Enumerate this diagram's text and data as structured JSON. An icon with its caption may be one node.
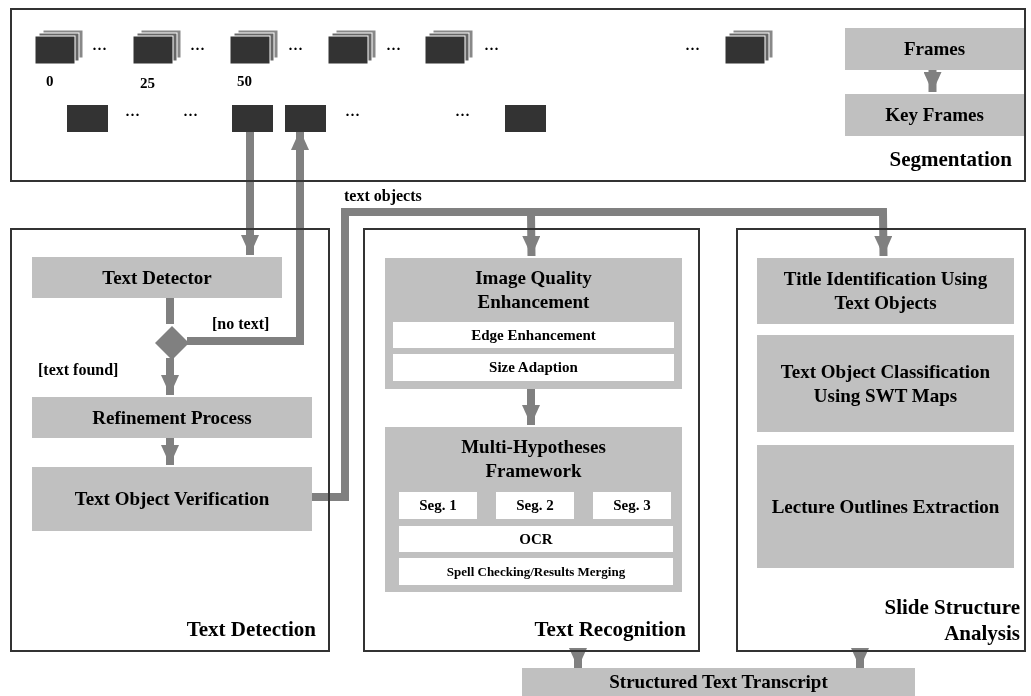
{
  "diagram": {
    "nodes": [
      {
        "text": [
          "Segmentation"
        ]
      },
      {
        "text": [
          "Frames"
        ],
        "in": 0
      },
      {
        "text": [
          "Key Frames"
        ],
        "in": 0
      },
      {
        "text": [],
        "shape": "box",
        "in": 0
      },
      {
        "text": [],
        "shape": "box",
        "in": 0
      },
      {
        "text": [],
        "shape": "box",
        "in": 0
      },
      {
        "text": [],
        "shape": "box",
        "in": 0
      },
      {
        "text": [
          "Text Detection"
        ]
      },
      {
        "text": [
          "Text Detector"
        ],
        "in": 7
      },
      {
        "text": [],
        "shape": "diamond",
        "in": 7
      },
      {
        "text": [
          "Refinement Process"
        ],
        "in": 7
      },
      {
        "text": [
          "Text Object Verification"
        ],
        "in": 7
      },
      {
        "text": [
          "Text Recognition"
        ]
      },
      {
        "text": [
          "Image Quality Enhancement"
        ],
        "in": 12
      },
      {
        "text": [
          "Edge Enhancement"
        ],
        "in": 13
      },
      {
        "text": [
          "Size Adaption"
        ],
        "in": 13
      },
      {
        "text": [
          "Multi-Hypotheses Framework"
        ],
        "in": 12
      },
      {
        "text": [
          "Seg. 1"
        ],
        "in": 16
      },
      {
        "text": [
          "Seg. 2"
        ],
        "in": 16
      },
      {
        "text": [
          "Seg. 3"
        ],
        "in": 16
      },
      {
        "text": [
          "OCR"
        ],
        "in": 16
      },
      {
        "text": [
          "Spell Checking/Results Merging"
        ],
        "in": 16
      },
      {
        "text": [
          "Slide Structure Analysis"
        ]
      },
      {
        "text": [
          "Title Identification Using Text Objects"
        ],
        "in": 22
      },
      {
        "text": [
          "Text Object Classification Using SWT Maps"
        ],
        "in": 22
      },
      {
        "text": [
          "Lecture Outlines Extraction"
        ],
        "in": 22
      },
      {
        "text": [
          "Structured Text Transcript"
        ]
      }
    ],
    "edges": [
      {
        "from": 1,
        "to": 2,
        "arrow": "to"
      },
      {
        "from": 4,
        "to": 8,
        "arrow": "to"
      },
      {
        "from": 8,
        "to": 9,
        "arrow": "none"
      },
      {
        "from": 9,
        "to": 5,
        "arrow": "to",
        "label": "[no text]"
      },
      {
        "from": 9,
        "to": 10,
        "arrow": "to",
        "label": "[text found]"
      },
      {
        "from": 10,
        "to": 11,
        "arrow": "to"
      },
      {
        "from": 11,
        "to": 13,
        "arrow": "to",
        "label": "text objects"
      },
      {
        "from": 11,
        "to": 23,
        "arrow": "to"
      },
      {
        "from": 13,
        "to": 16,
        "arrow": "to"
      },
      {
        "from": 12,
        "to": 26,
        "arrow": "to"
      },
      {
        "from": 22,
        "to": 26,
        "arrow": "to"
      }
    ],
    "labels": [
      "···",
      "···",
      "···",
      "···",
      "···",
      "···",
      "0",
      "25",
      "50",
      "···",
      "···",
      "···",
      "···"
    ]
  }
}
